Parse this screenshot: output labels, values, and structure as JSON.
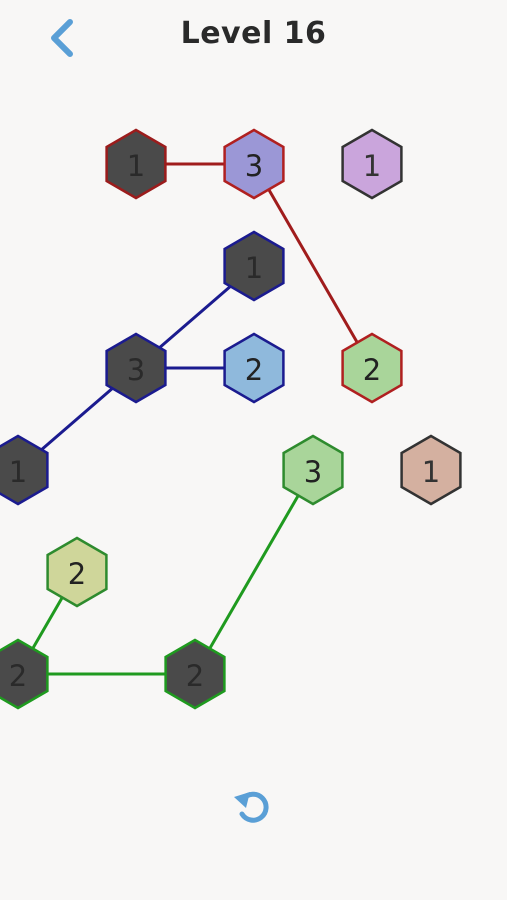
{
  "header": {
    "title": "Level 16",
    "back_icon": "chevron-left-icon",
    "accent_color": "#5a9fd6"
  },
  "board": {
    "nodes": [
      {
        "id": "n1",
        "col": 0,
        "row": 0,
        "value": "1",
        "fill": "#4a4a4a",
        "stroke": "#9b1c1c",
        "text_color": "#2a2a2a"
      },
      {
        "id": "n2",
        "col": 1,
        "row": 0,
        "value": "3",
        "fill": "#9b97d6",
        "stroke": "#b02020",
        "text_color": "#222222"
      },
      {
        "id": "n3",
        "col": 2,
        "row": 0,
        "value": "1",
        "fill": "#caa5dc",
        "stroke": "#333333",
        "text_color": "#333333"
      },
      {
        "id": "n4",
        "col": 1,
        "row": 1,
        "value": "1",
        "fill": "#4a4a4a",
        "stroke": "#1b1b8f",
        "text_color": "#2a2a2a"
      },
      {
        "id": "n5",
        "col": 0,
        "row": 2,
        "value": "3",
        "fill": "#4a4a4a",
        "stroke": "#1b1b8f",
        "text_color": "#2a2a2a"
      },
      {
        "id": "n6",
        "col": 1,
        "row": 2,
        "value": "2",
        "fill": "#8fb9dc",
        "stroke": "#1b1b8f",
        "text_color": "#222222"
      },
      {
        "id": "n7",
        "col": 2,
        "row": 2,
        "value": "2",
        "fill": "#a9d59a",
        "stroke": "#b02020",
        "text_color": "#222222"
      },
      {
        "id": "n8",
        "col": -1,
        "row": 3,
        "value": "1",
        "fill": "#4a4a4a",
        "stroke": "#1b1b8f",
        "text_color": "#2a2a2a"
      },
      {
        "id": "n9",
        "col": 1.5,
        "row": 3,
        "value": "3",
        "fill": "#a9d59a",
        "stroke": "#2e8b2e",
        "text_color": "#222222"
      },
      {
        "id": "n10",
        "col": 2.5,
        "row": 3,
        "value": "1",
        "fill": "#d4b0a0",
        "stroke": "#333333",
        "text_color": "#333333"
      },
      {
        "id": "n11",
        "col": -0.5,
        "row": 4,
        "value": "2",
        "fill": "#cfd69a",
        "stroke": "#2e8b2e",
        "text_color": "#222222"
      },
      {
        "id": "n12",
        "col": -1,
        "row": 5,
        "value": "2",
        "fill": "#4a4a4a",
        "stroke": "#1f9a1f",
        "text_color": "#2a2a2a"
      },
      {
        "id": "n13",
        "col": 0.5,
        "row": 5,
        "value": "2",
        "fill": "#4a4a4a",
        "stroke": "#1f9a1f",
        "text_color": "#2a2a2a"
      }
    ],
    "links": [
      {
        "from": "n1",
        "to": "n2",
        "color": "#a01c1c"
      },
      {
        "from": "n2",
        "to": "n7",
        "color": "#a01c1c"
      },
      {
        "from": "n4",
        "to": "n5",
        "color": "#1b1b8f"
      },
      {
        "from": "n5",
        "to": "n6",
        "color": "#1b1b8f"
      },
      {
        "from": "n5",
        "to": "n8",
        "color": "#1b1b8f"
      },
      {
        "from": "n9",
        "to": "n13",
        "color": "#1f9a1f"
      },
      {
        "from": "n11",
        "to": "n12",
        "color": "#1f9a1f"
      },
      {
        "from": "n12",
        "to": "n13",
        "color": "#1f9a1f"
      }
    ]
  },
  "footer": {
    "undo_icon": "undo-icon"
  }
}
